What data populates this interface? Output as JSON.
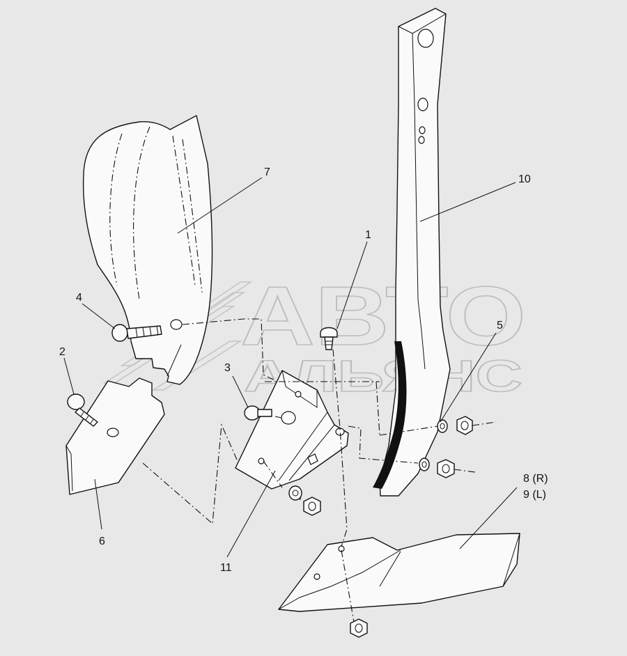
{
  "watermark": {
    "line1": "АВТО",
    "line2": "АЛЬЯНС"
  },
  "callouts": {
    "c1": "1",
    "c2": "2",
    "c3": "3",
    "c4": "4",
    "c5": "5",
    "c6": "6",
    "c7": "7",
    "c8": "8 (R)",
    "c9": "9 (L)",
    "c10": "10",
    "c11": "11"
  }
}
